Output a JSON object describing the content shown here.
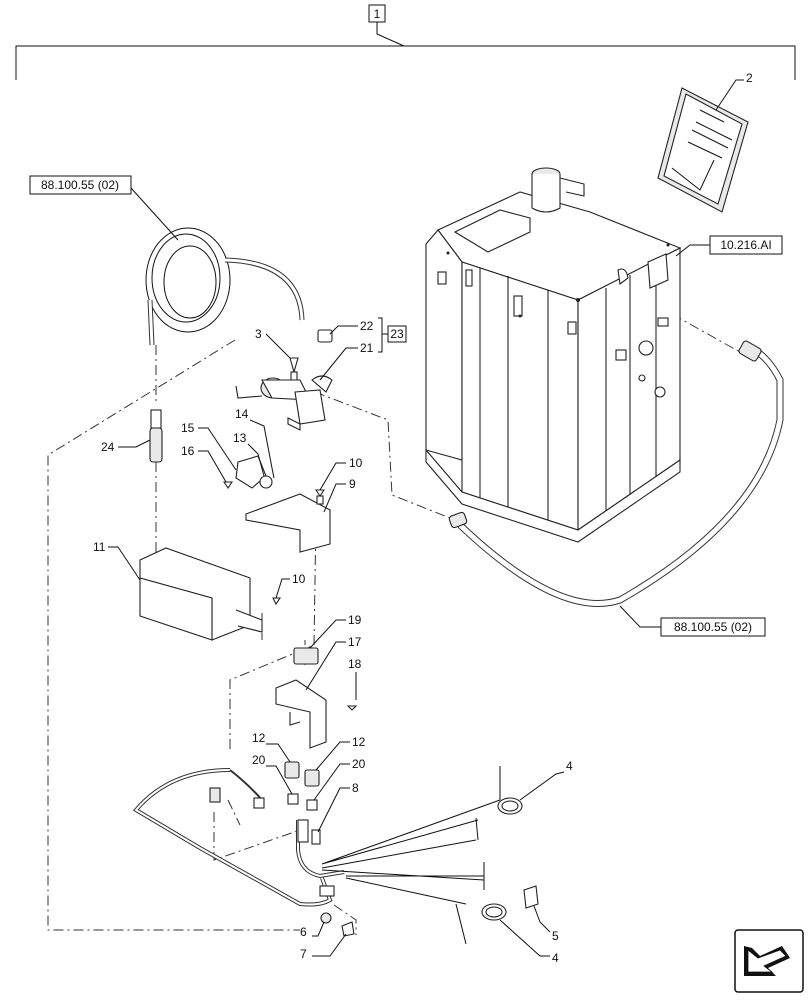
{
  "assembly": {
    "number": "1"
  },
  "refs": {
    "hose_top": "88.100.55 (02)",
    "hose_bottom": "88.100.55 (02)",
    "tank": "10.216.AI"
  },
  "kit_group": "23",
  "callouts": {
    "c2": "2",
    "c3": "3",
    "c4a": "4",
    "c4b": "4",
    "c5": "5",
    "c6": "6",
    "c7": "7",
    "c8": "8",
    "c9": "9",
    "c10a": "10",
    "c10b": "10",
    "c11": "11",
    "c12a": "12",
    "c12b": "12",
    "c13": "13",
    "c14": "14",
    "c15": "15",
    "c16": "16",
    "c17": "17",
    "c18": "18",
    "c19": "19",
    "c20a": "20",
    "c20b": "20",
    "c21": "21",
    "c22": "22",
    "c24": "24"
  }
}
